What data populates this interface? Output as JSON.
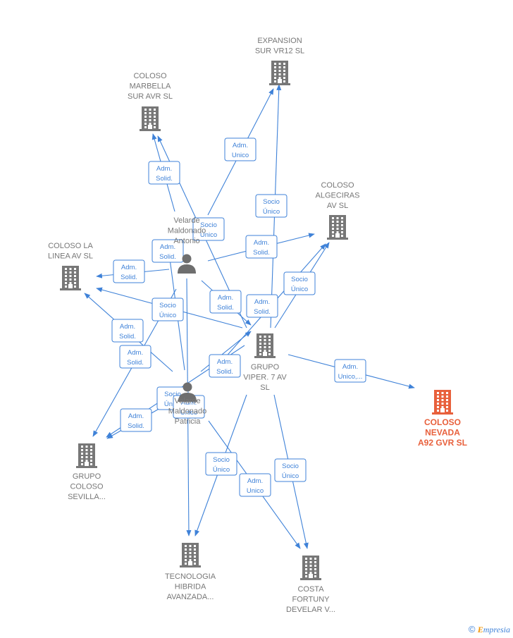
{
  "colors": {
    "edge": "#3f82d8",
    "company": "#777777",
    "person": "#6e6e6e",
    "focus": "#e8603c"
  },
  "nodes": [
    {
      "id": "expansion",
      "type": "company",
      "label_lines": [
        "EXPANSION",
        "SUR VR12  SL"
      ]
    },
    {
      "id": "marbella",
      "type": "company",
      "label_lines": [
        "COLOSO",
        "MARBELLA",
        "SUR AVR  SL"
      ]
    },
    {
      "id": "algeciras",
      "type": "company",
      "label_lines": [
        "COLOSO",
        "ALGECIRAS",
        "AV  SL"
      ]
    },
    {
      "id": "linea",
      "type": "company",
      "label_lines": [
        "COLOSO LA",
        "LINEA AV  SL"
      ]
    },
    {
      "id": "velarde",
      "type": "person",
      "label_lines": [
        "Velarde",
        "Maldonado",
        "Antonio"
      ]
    },
    {
      "id": "viper",
      "type": "company",
      "label_lines": [
        "GRUPO",
        "VIPER.  7 AV",
        "SL"
      ]
    },
    {
      "id": "nevada",
      "type": "company-focus",
      "label_lines": [
        "COLOSO",
        "NEVADA",
        "A92 GVR  SL"
      ]
    },
    {
      "id": "patricia",
      "type": "person",
      "label_lines": [
        "Velarde",
        "Maldonado",
        "Patricia"
      ]
    },
    {
      "id": "sevilla",
      "type": "company",
      "label_lines": [
        "GRUPO",
        "COLOSO",
        "SEVILLA..."
      ]
    },
    {
      "id": "tecnologia",
      "type": "company",
      "label_lines": [
        "TECNOLOGIA",
        "HIBRIDA",
        "AVANZADA..."
      ]
    },
    {
      "id": "fortuny",
      "type": "company",
      "label_lines": [
        "COSTA",
        "FORTUNY",
        "DEVELAR V..."
      ]
    }
  ],
  "edges": [
    {
      "from": "velarde",
      "to": "expansion",
      "label_lines": [
        "Adm.",
        "Unico"
      ]
    },
    {
      "from": "viper",
      "to": "expansion",
      "label_lines": [
        "Socio",
        "Único"
      ]
    },
    {
      "from": "velarde",
      "to": "marbella",
      "label_lines": [
        "Adm.",
        "Solid."
      ]
    },
    {
      "from": "viper",
      "to": "marbella",
      "label_lines": [
        "Socio",
        "Único"
      ]
    },
    {
      "from": "velarde",
      "to": "algeciras",
      "label_lines": [
        "Adm.",
        "Solid."
      ]
    },
    {
      "from": "viper",
      "to": "algeciras",
      "label_lines": [
        "Socio",
        "Único"
      ]
    },
    {
      "from": "velarde",
      "to": "linea",
      "label_lines": [
        "Adm.",
        "Solid."
      ]
    },
    {
      "from": "viper",
      "to": "linea",
      "label_lines": [
        "Socio",
        "Único"
      ]
    },
    {
      "from": "patricia",
      "to": "linea",
      "label_lines": [
        "Adm.",
        "Solid."
      ]
    },
    {
      "from": "patricia",
      "to": "marbella",
      "label_lines": [
        "Adm.",
        "Solid."
      ]
    },
    {
      "from": "velarde",
      "to": "viper",
      "label_lines": [
        "Adm.",
        "Solid."
      ]
    },
    {
      "from": "patricia",
      "to": "viper",
      "label_lines": [
        "Adm.",
        "Solid."
      ]
    },
    {
      "from": "patricia",
      "to": "algeciras",
      "label_lines": [
        "Adm.",
        "Solid."
      ]
    },
    {
      "from": "viper",
      "to": "nevada",
      "label_lines": [
        "Adm.",
        "Unico,..."
      ]
    },
    {
      "from": "velarde",
      "to": "sevilla",
      "label_lines": [
        "Adm.",
        "Solid."
      ]
    },
    {
      "from": "patricia",
      "to": "sevilla",
      "label_lines": [
        "Adm.",
        "Solid."
      ]
    },
    {
      "from": "viper",
      "to": "sevilla",
      "label_lines": [
        "Socio",
        "Único"
      ]
    },
    {
      "from": "velarde",
      "to": "tecnologia",
      "label_lines": [
        "Adm.",
        "Unico"
      ]
    },
    {
      "from": "viper",
      "to": "tecnologia",
      "label_lines": [
        "Socio",
        "Único"
      ]
    },
    {
      "from": "patricia",
      "to": "fortuny",
      "label_lines": [
        "Adm.",
        "Unico"
      ]
    },
    {
      "from": "viper",
      "to": "fortuny",
      "label_lines": [
        "Socio",
        "Único"
      ]
    }
  ],
  "footer": {
    "copyright": "©",
    "brand_initial": "E",
    "brand_rest": "mpresia"
  }
}
